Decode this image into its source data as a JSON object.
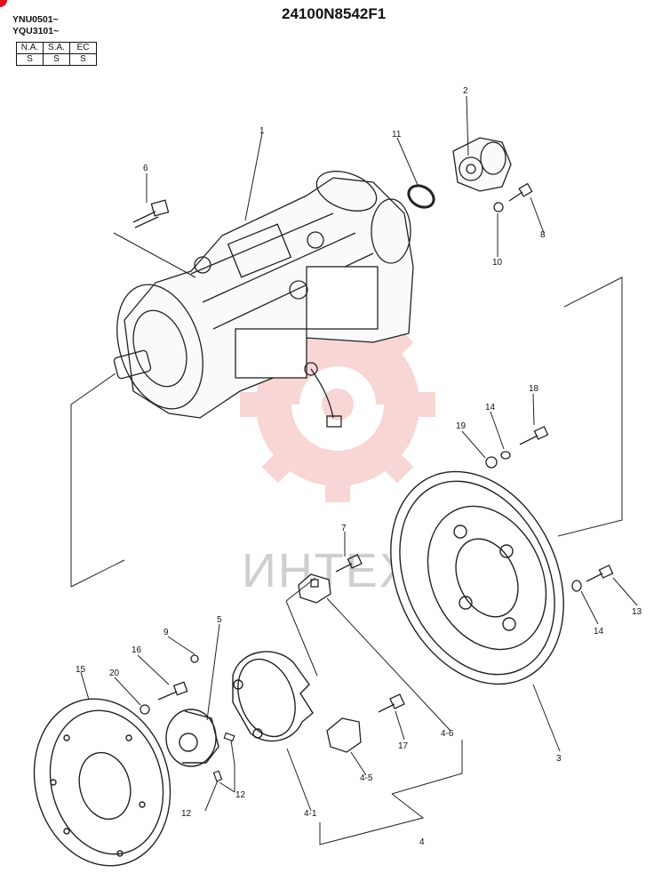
{
  "header": {
    "part_number": "24100N8542F1",
    "serial_lines": [
      "YNU0501~",
      "YQU3101~"
    ]
  },
  "applicability_table": {
    "columns": [
      "N.A.",
      "S.A.",
      "EC"
    ],
    "values": [
      "S",
      "S",
      "S"
    ]
  },
  "watermark": {
    "text": "ИНТЕХ",
    "color": "#f3b5b5"
  },
  "callouts": [
    {
      "id": "c1",
      "text": "1"
    },
    {
      "id": "c2",
      "text": "2"
    },
    {
      "id": "c3",
      "text": "3"
    },
    {
      "id": "c4",
      "text": "4"
    },
    {
      "id": "c4-1",
      "text": "4-1"
    },
    {
      "id": "c4-5",
      "text": "4-5"
    },
    {
      "id": "c4-6",
      "text": "4-6"
    },
    {
      "id": "c5",
      "text": "5"
    },
    {
      "id": "c6",
      "text": "6"
    },
    {
      "id": "c7",
      "text": "7"
    },
    {
      "id": "c8",
      "text": "8"
    },
    {
      "id": "c9",
      "text": "9"
    },
    {
      "id": "c10",
      "text": "10"
    },
    {
      "id": "c11",
      "text": "11"
    },
    {
      "id": "c12a",
      "text": "12"
    },
    {
      "id": "c12b",
      "text": "12"
    },
    {
      "id": "c13",
      "text": "13"
    },
    {
      "id": "c14a",
      "text": "14"
    },
    {
      "id": "c14b",
      "text": "14"
    },
    {
      "id": "c15",
      "text": "15"
    },
    {
      "id": "c16",
      "text": "16"
    },
    {
      "id": "c17",
      "text": "17"
    },
    {
      "id": "c18",
      "text": "18"
    },
    {
      "id": "c19",
      "text": "19"
    },
    {
      "id": "c20",
      "text": "20"
    }
  ]
}
